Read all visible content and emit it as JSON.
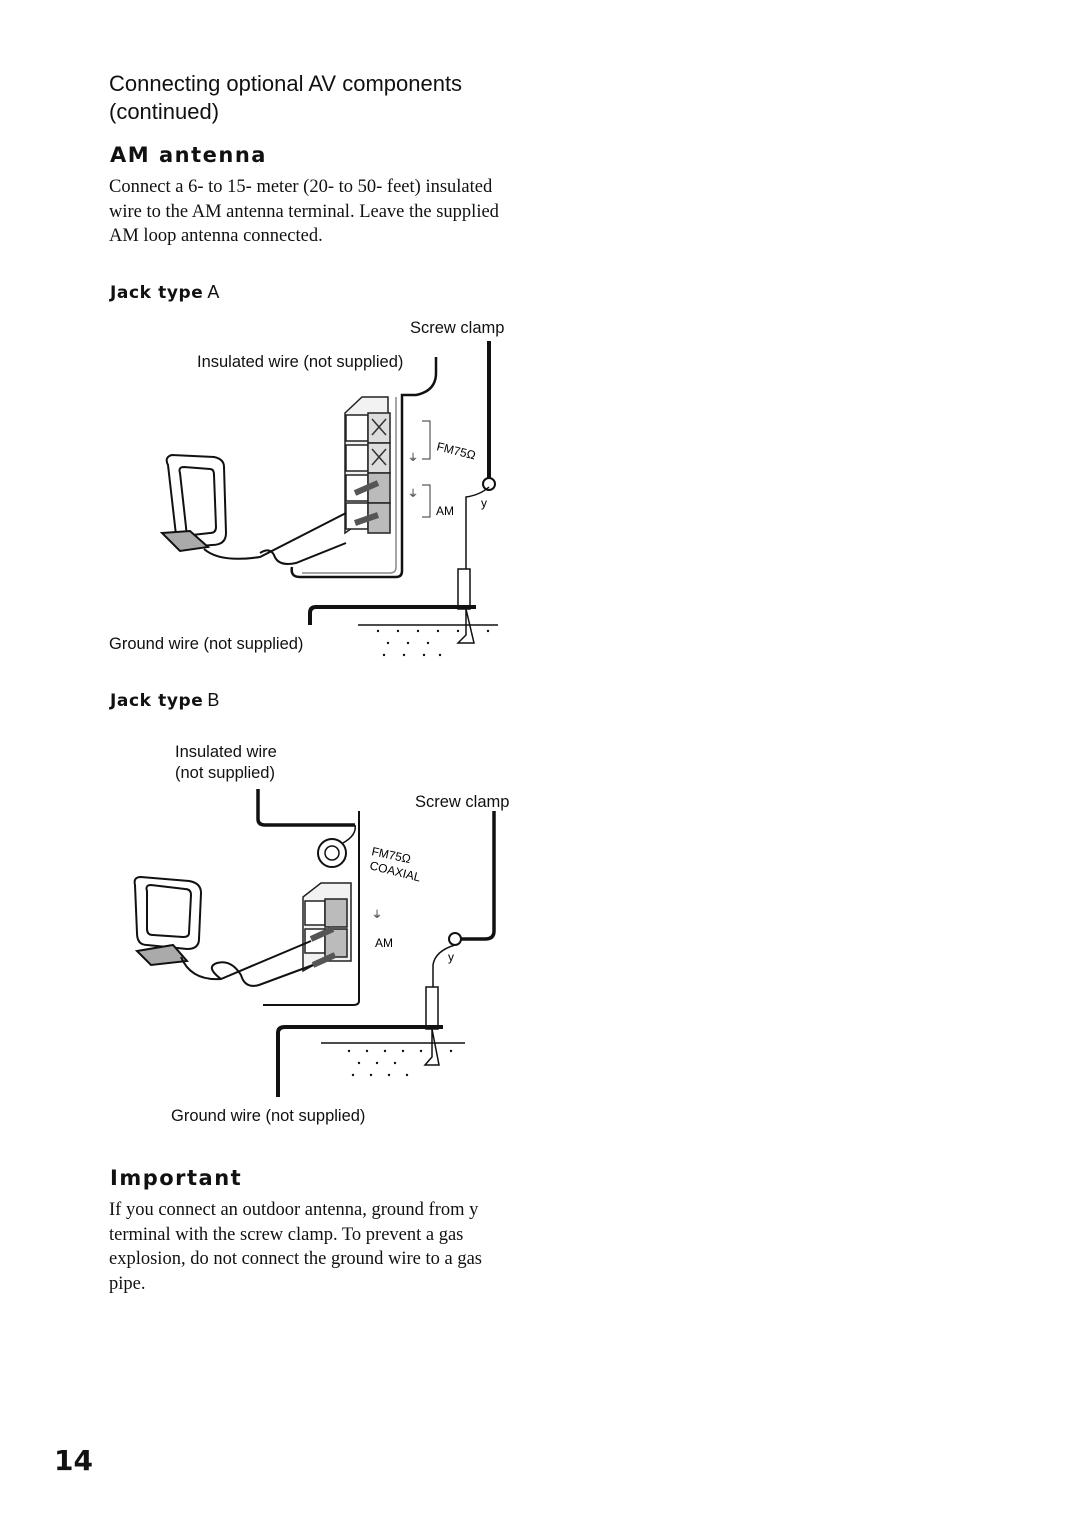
{
  "header": {
    "section_title": "Connecting optional AV components (continued)"
  },
  "am_antenna": {
    "heading": "AM antenna",
    "description": "Connect a 6- to 15- meter (20- to 50- feet) insulated wire to the AM antenna terminal. Leave the supplied AM loop antenna connected."
  },
  "jack_a": {
    "title": "Jack type",
    "letter": "A",
    "labels": {
      "screw_clamp": "Screw clamp",
      "insulated_wire": "Insulated wire (not supplied)",
      "ground_wire": "Ground wire (not supplied)",
      "terminal_fm": "FM75Ω",
      "terminal_am": "AM",
      "ground_symbol": "y"
    }
  },
  "jack_b": {
    "title": "Jack type",
    "letter": "B",
    "labels": {
      "insulated_wire_line1": "Insulated wire",
      "insulated_wire_line2": "(not supplied)",
      "screw_clamp": "Screw clamp",
      "ground_wire": "Ground wire (not supplied)",
      "terminal_fm": "FM75Ω",
      "terminal_coaxial": "COAXIAL",
      "terminal_am": "AM",
      "ground_symbol": "y"
    }
  },
  "important": {
    "heading": "Important",
    "text": "If you connect an outdoor antenna, ground from y terminal with the screw clamp.  To prevent a gas explosion, do not connect the ground wire to a gas pipe."
  },
  "page": {
    "number": "14"
  }
}
